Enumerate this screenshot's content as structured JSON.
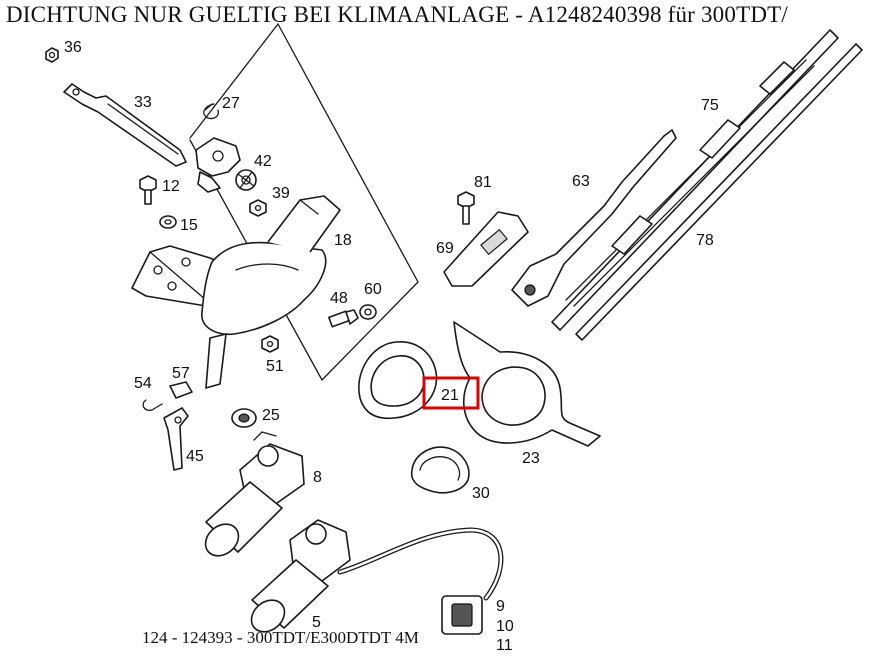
{
  "title": "DICHTUNG NUR GUELTIG BEI KLIMAANLAGE - A1248240398 für 300TDT/",
  "footer": "124 - 124393 - 300TDT/E300DTDT 4M",
  "highlight": {
    "part": "21",
    "color": "#e00000"
  },
  "parts": {
    "p36": "36",
    "p33": "33",
    "p27": "27",
    "p42": "42",
    "p12": "12",
    "p39": "39",
    "p15": "15",
    "p18": "18",
    "p48": "48",
    "p60": "60",
    "p51": "51",
    "p54": "54",
    "p57": "57",
    "p25": "25",
    "p45": "45",
    "p8": "8",
    "p5": "5",
    "p9": "9",
    "p10": "10",
    "p11": "11",
    "p21": "21",
    "p23": "23",
    "p30": "30",
    "p69": "69",
    "p81": "81",
    "p63": "63",
    "p75": "75",
    "p78": "78"
  }
}
